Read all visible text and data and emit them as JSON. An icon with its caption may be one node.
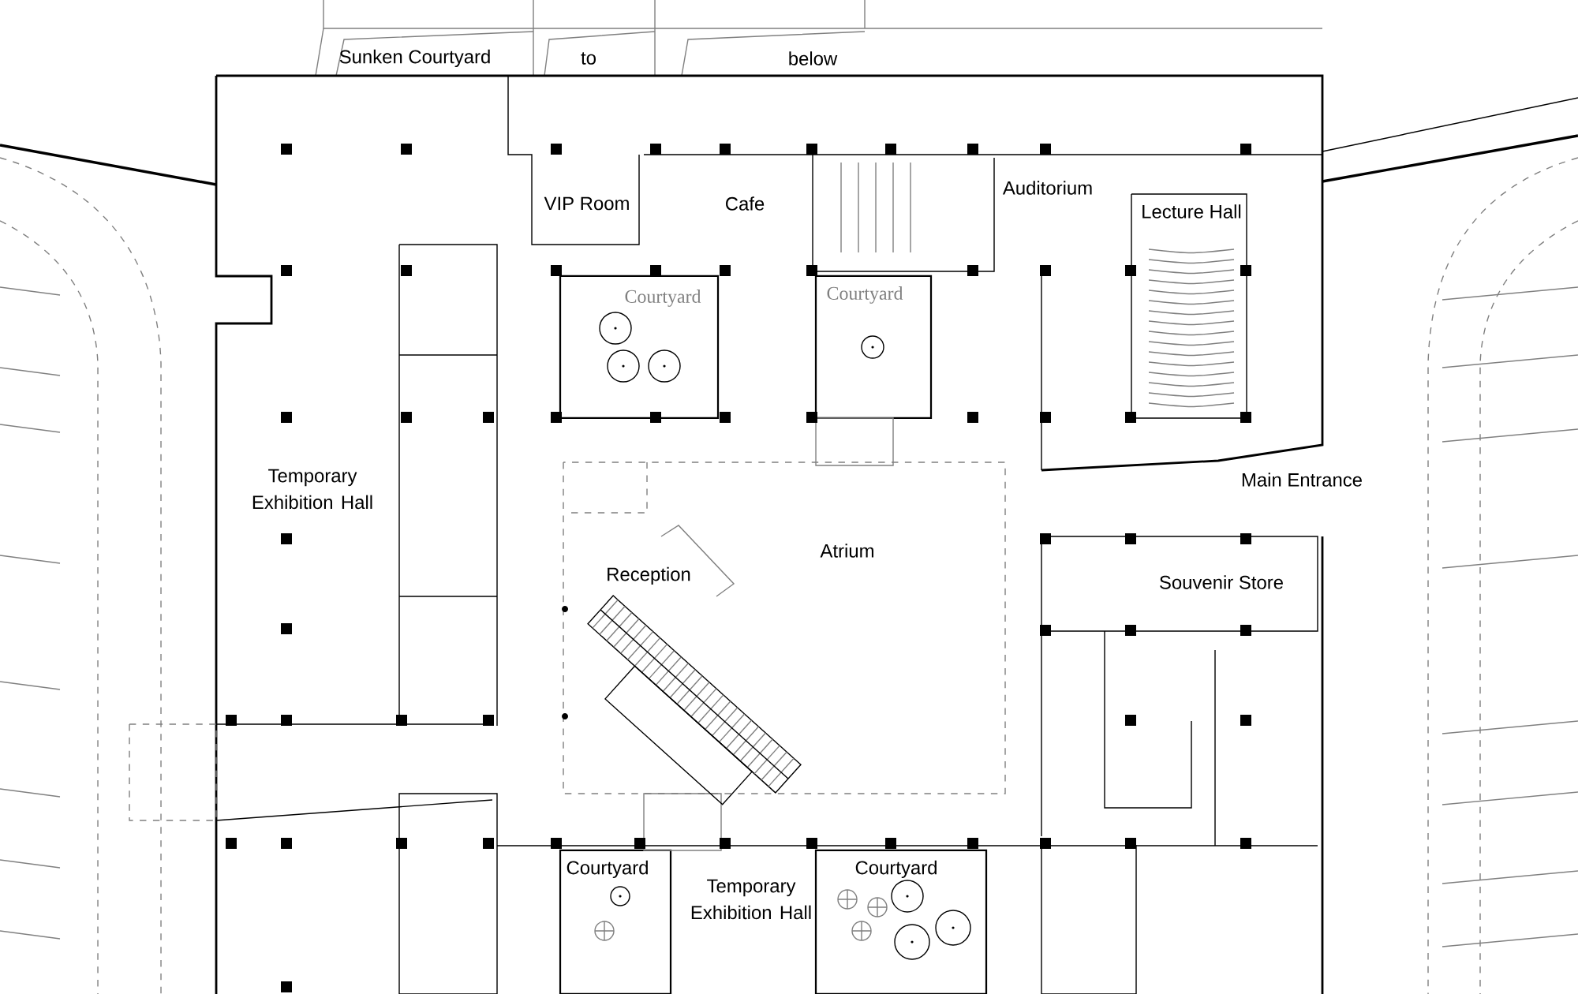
{
  "diagram": {
    "labels": [
      "Sunken Courtyard",
      "to",
      "below",
      "VIP Room",
      "Cafe",
      "Auditorium",
      "Lecture Hall",
      "Courtyard",
      "Courtyard",
      "Temporary Exhibition Hall",
      "Main Entrance",
      "Atrium",
      "Reception",
      "Souvenir Store",
      "Courtyard",
      "Temporary Exhibition Hall",
      "Courtyard"
    ]
  }
}
